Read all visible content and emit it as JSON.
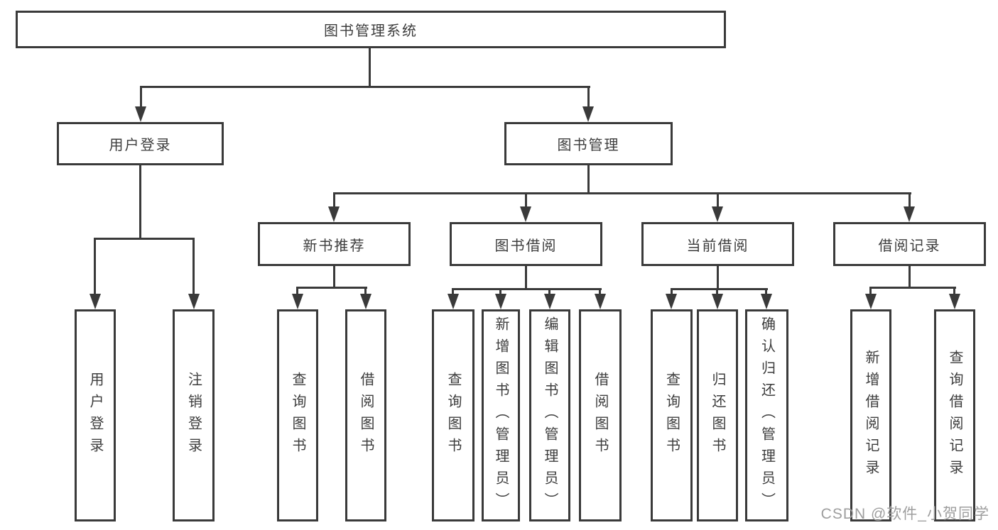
{
  "diagram": {
    "type": "function-structure-tree",
    "colors": {
      "line": "#3a3a3a",
      "text": "#3d3d3d",
      "box_bg": "#ffffff",
      "watermark": "#9e9e9e"
    },
    "watermark": "CSDN @软件_小贺同学",
    "root": {
      "label": "图书管理系统"
    },
    "level2": [
      {
        "label": "用户登录",
        "children": [
          {
            "label": "用户登录"
          },
          {
            "label": "注销登录"
          }
        ]
      },
      {
        "label": "图书管理",
        "children": [
          {
            "label": "新书推荐",
            "children": [
              {
                "label": "查询图书"
              },
              {
                "label": "借阅图书"
              }
            ]
          },
          {
            "label": "图书借阅",
            "children": [
              {
                "label": "查询图书"
              },
              {
                "label": "新增图书（管理员）"
              },
              {
                "label": "编辑图书（管理员）"
              },
              {
                "label": "借阅图书"
              }
            ]
          },
          {
            "label": "当前借阅",
            "children": [
              {
                "label": "查询图书"
              },
              {
                "label": "归还图书"
              },
              {
                "label": "确认归还（管理员）"
              }
            ]
          },
          {
            "label": "借阅记录",
            "children": [
              {
                "label": "新增借阅记录"
              },
              {
                "label": "查询借阅记录"
              }
            ]
          }
        ]
      }
    ]
  }
}
